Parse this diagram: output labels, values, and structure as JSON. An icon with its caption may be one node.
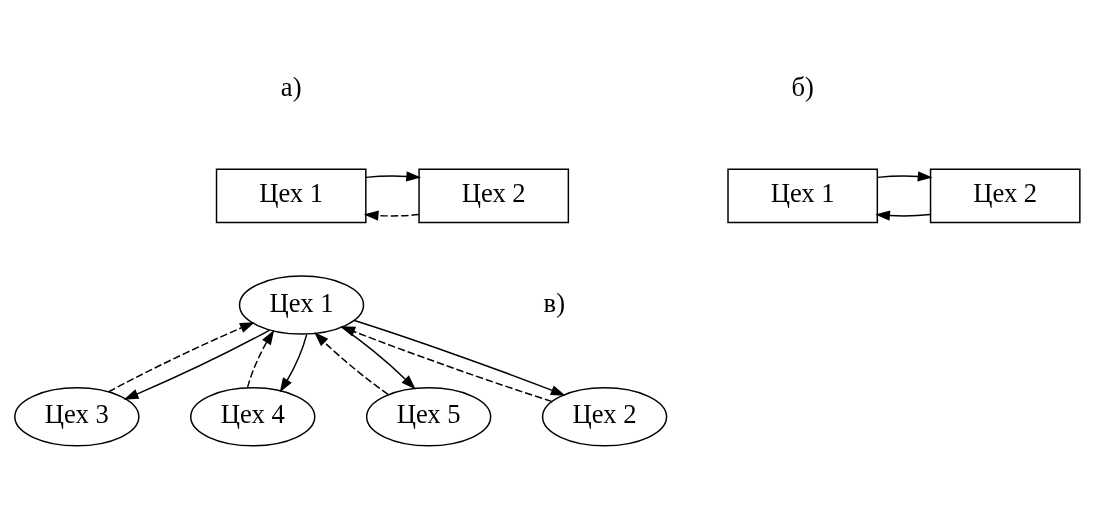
{
  "diagram": {
    "nodes": [
      {
        "text": [
          "Цех 1"
        ]
      },
      {
        "text": [
          "Цех 2"
        ]
      },
      {
        "text": [
          "Цех 1"
        ]
      },
      {
        "text": [
          "Цех 2"
        ]
      },
      {
        "text": [
          "Цех 2"
        ]
      },
      {
        "text": [
          "Цех 3"
        ]
      },
      {
        "text": [
          "Цех 4"
        ]
      },
      {
        "text": [
          "Цех 5"
        ]
      },
      {
        "text": [
          "Цех 1"
        ]
      }
    ],
    "edges": [
      {
        "from": 0,
        "to": 1,
        "arrow": "to"
      },
      {
        "from": 1,
        "to": 0,
        "arrow": "to",
        "style": "dashed"
      },
      {
        "from": 2,
        "to": 3,
        "arrow": "to"
      },
      {
        "from": 3,
        "to": 2,
        "arrow": "to"
      },
      {
        "from": 8,
        "to": 4,
        "arrow": "to"
      },
      {
        "from": 4,
        "to": 8,
        "arrow": "to",
        "style": "dashed"
      },
      {
        "from": 8,
        "to": 5,
        "arrow": "to"
      },
      {
        "from": 5,
        "to": 8,
        "arrow": "to",
        "style": "dashed"
      },
      {
        "from": 8,
        "to": 6,
        "arrow": "to"
      },
      {
        "from": 6,
        "to": 8,
        "arrow": "to",
        "style": "dashed"
      },
      {
        "from": 8,
        "to": 7,
        "arrow": "to"
      },
      {
        "from": 7,
        "to": 8,
        "arrow": "to",
        "style": "dashed"
      }
    ],
    "labels": [
      "а)",
      "б)",
      "в)"
    ]
  }
}
